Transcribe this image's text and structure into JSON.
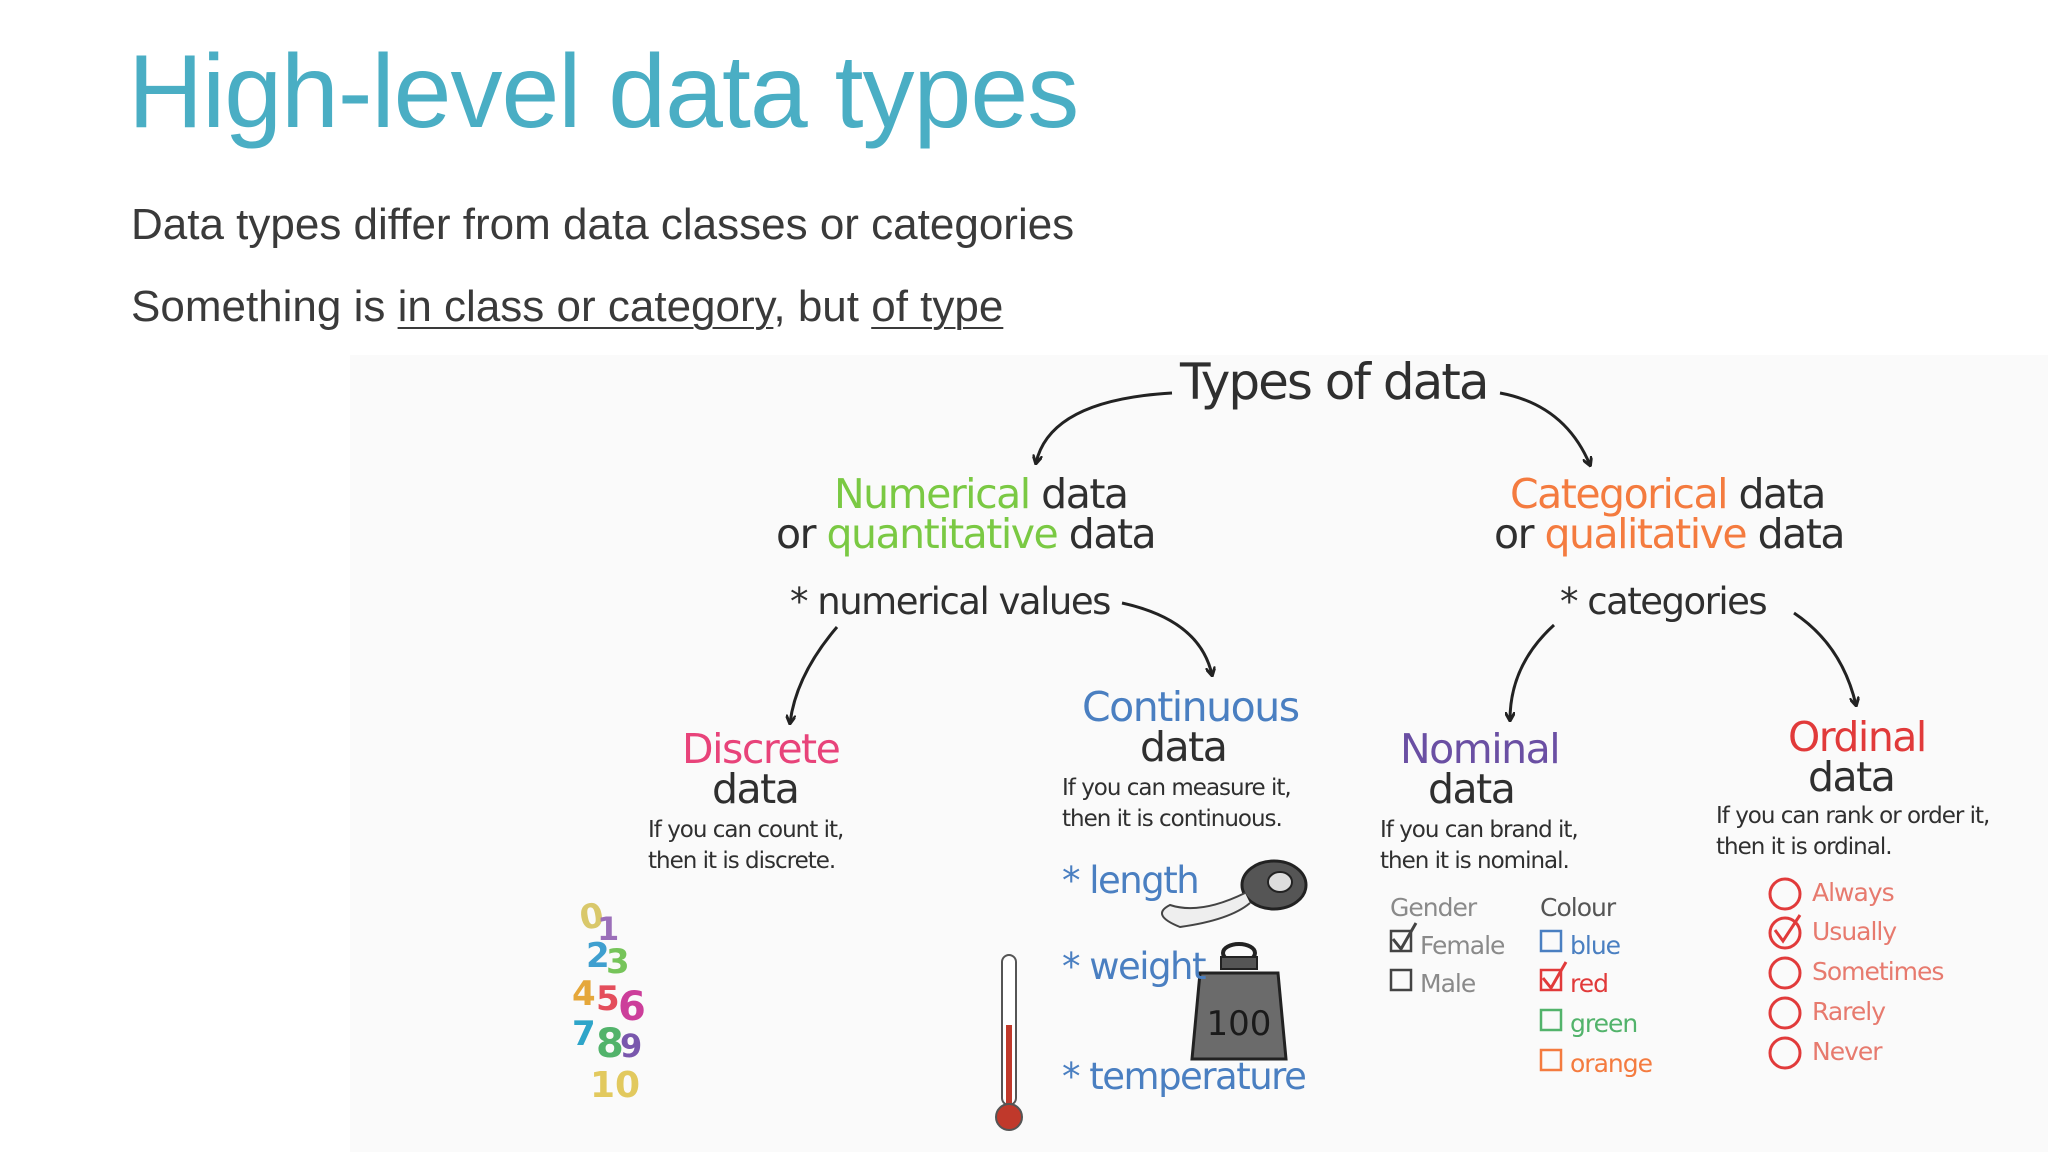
{
  "slide": {
    "title": "High-level data types",
    "bullet1": "Data types differ from data classes or categories",
    "bullet2": {
      "p1": "Something is ",
      "u1": "in class or category",
      "p2": ", but ",
      "u2": "of type"
    }
  },
  "diagram": {
    "root": "Types of data",
    "numerical": {
      "w1": "Numerical",
      "w2": "data",
      "w3": "or",
      "w4": "quantitative",
      "w5": "data",
      "note": "* numerical values"
    },
    "categorical": {
      "w1": "Categorical",
      "w2": "data",
      "w3": "or",
      "w4": "qualitative",
      "w5": "data",
      "note": "* categories"
    },
    "discrete": {
      "name": "Discrete",
      "data": "data",
      "desc1": "If you can count it,",
      "desc2": "then it is discrete."
    },
    "continuous": {
      "name": "Continuous",
      "data": "data",
      "desc1": "If you can measure it,",
      "desc2": "then it is continuous.",
      "examples": [
        "* length",
        "* weight",
        "* temperature"
      ],
      "scale_value": "100"
    },
    "nominal": {
      "name": "Nominal",
      "data": "data",
      "desc1": "If you can brand it,",
      "desc2": "then it is nominal.",
      "gender_header": "Gender",
      "gender_options": [
        "Female",
        "Male"
      ],
      "colour_header": "Colour",
      "colour_options": [
        "blue",
        "red",
        "green",
        "orange"
      ]
    },
    "ordinal": {
      "name": "Ordinal",
      "data": "data",
      "desc1": "If you can rank or order it,",
      "desc2": "then it is ordinal.",
      "options": [
        "Always",
        "Usually",
        "Sometimes",
        "Rarely",
        "Never"
      ]
    }
  }
}
